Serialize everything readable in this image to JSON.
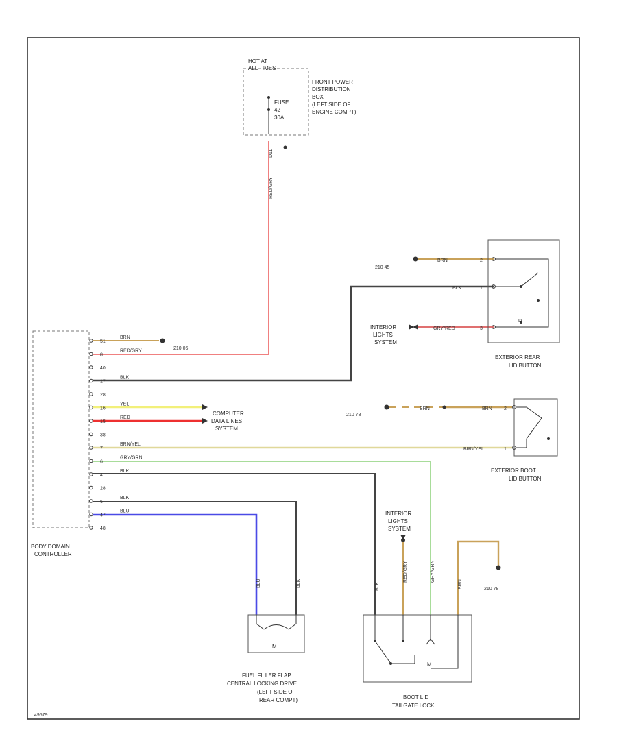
{
  "figure_id": "49579",
  "power": {
    "hot_label_1": "HOT AT",
    "hot_label_2": "ALL TIMES",
    "fuse_label": "FUSE",
    "fuse_number": "42",
    "fuse_amp": "30A",
    "box_label": [
      "FRONT POWER",
      "DISTRIBUTION",
      "BOX",
      "(LEFT SIDE OF",
      "ENGINE COMPT)"
    ],
    "fuse_wire": "RED/GRY",
    "connector": "D11"
  },
  "controller": {
    "label": [
      "BODY DOMAIN",
      "CONTROLLER"
    ],
    "pins": [
      {
        "pin": "51",
        "wire": "BRN"
      },
      {
        "pin": "8",
        "wire": "RED/GRY"
      },
      {
        "pin": "40",
        "wire": ""
      },
      {
        "pin": "17",
        "wire": "BLK"
      },
      {
        "pin": "28",
        "wire": ""
      },
      {
        "pin": "16",
        "wire": "YEL"
      },
      {
        "pin": "15",
        "wire": "RED"
      },
      {
        "pin": "38",
        "wire": ""
      },
      {
        "pin": "7",
        "wire": "BRN/YEL"
      },
      {
        "pin": "6",
        "wire": "GRY/GRN"
      },
      {
        "pin": "4",
        "wire": "BLK"
      },
      {
        "pin": "28",
        "wire": ""
      },
      {
        "pin": "6",
        "wire": "BLK"
      },
      {
        "pin": "47",
        "wire": "BLU"
      },
      {
        "pin": "48",
        "wire": ""
      }
    ]
  },
  "refs": {
    "ctrl_brn": "210 06",
    "rear_lid_top": "210 45",
    "boot_lid_btn": "210 78",
    "boot_lock": "210 78"
  },
  "computer": [
    "COMPUTER",
    "DATA LINES",
    "SYSTEM"
  ],
  "interior_rear": [
    "INTERIOR",
    "LIGHTS",
    "SYSTEM"
  ],
  "interior_lock": [
    "INTERIOR",
    "LIGHTS",
    "SYSTEM"
  ],
  "rear_lid_button": {
    "label": [
      "EXTERIOR REAR",
      "LID BUTTON"
    ],
    "wires": [
      {
        "wire": "BRN",
        "pin": "2"
      },
      {
        "wire": "BLK",
        "pin": "1"
      },
      {
        "wire": "GRY/RED",
        "pin": "3"
      }
    ]
  },
  "boot_lid_button": {
    "label": [
      "EXTERIOR BOOT",
      "LID BUTTON"
    ],
    "wires": [
      {
        "wire": "BRN",
        "pin": ""
      },
      {
        "wire": "BRN",
        "pin": "2"
      },
      {
        "wire": "BRN/YEL",
        "pin": "1"
      }
    ]
  },
  "fuel_flap": {
    "label": [
      "FUEL FILLER FLAP",
      "CENTRAL LOCKING DRIVE",
      "(LEFT SIDE OF",
      "REAR COMPT)"
    ],
    "wires": [
      "BLU",
      "BLK"
    ],
    "motor": "M"
  },
  "boot_lock": {
    "label": [
      "BOOT LID",
      "TAILGATE LOCK"
    ],
    "wires": [
      "BLK",
      "RED/GRY",
      "GRY/GRN",
      "BRN"
    ],
    "motor": "M"
  },
  "colors": {
    "red": "#f08080",
    "bright_red": "#ee3030",
    "yellow": "#f2f07a",
    "brown": "#c9a25a",
    "brown_yellow": "#e0d89a",
    "green": "#a8dc9a",
    "blue": "#4a4ae6",
    "black": "#444444"
  }
}
